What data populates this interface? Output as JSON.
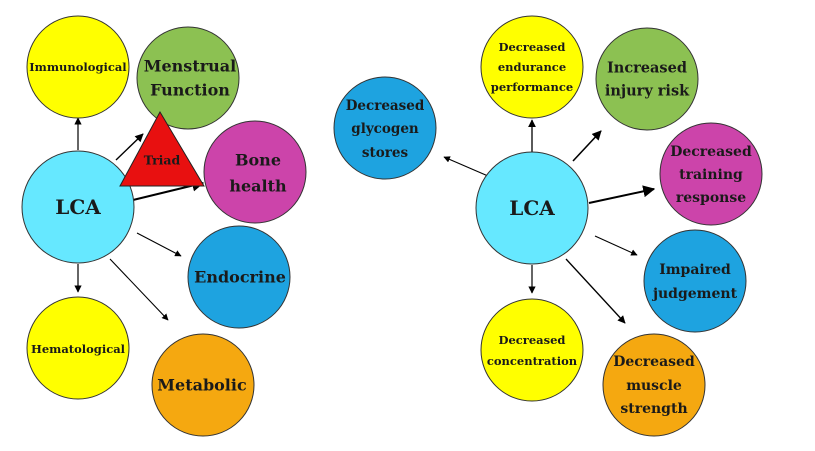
{
  "colors": {
    "yellow": "#ffff00",
    "green": "#8cc152",
    "magenta": "#cc44aa",
    "blue": "#1ea3e0",
    "orange": "#f5a810",
    "cyan": "#66e8ff",
    "triad_red": "#e81010"
  },
  "left": {
    "center": {
      "label": "LCA"
    },
    "triad": {
      "label": "Triad"
    },
    "nodes": {
      "immunological": {
        "label": "Immunological"
      },
      "menstrual": {
        "line1": "Menstrual",
        "line2": "Function"
      },
      "bone": {
        "line1": "Bone",
        "line2": "health"
      },
      "endocrine": {
        "label": "Endocrine"
      },
      "metabolic": {
        "label": "Metabolic"
      },
      "hematological": {
        "label": "Hematological"
      }
    }
  },
  "right": {
    "center": {
      "label": "LCA"
    },
    "nodes": {
      "glycogen": {
        "line1": "Decreased",
        "line2": "glycogen",
        "line3": "stores"
      },
      "endurance": {
        "line1": "Decreased",
        "line2": "endurance",
        "line3": "performance"
      },
      "injury": {
        "line1": "Increased",
        "line2": "injury risk"
      },
      "training": {
        "line1": "Decreased",
        "line2": "training",
        "line3": "response"
      },
      "judgement": {
        "line1": "Impaired",
        "line2": "judgement"
      },
      "muscle": {
        "line1": "Decreased",
        "line2": "muscle",
        "line3": "strength"
      },
      "concentration": {
        "line1": "Decreased",
        "line2": "concentration"
      }
    }
  }
}
